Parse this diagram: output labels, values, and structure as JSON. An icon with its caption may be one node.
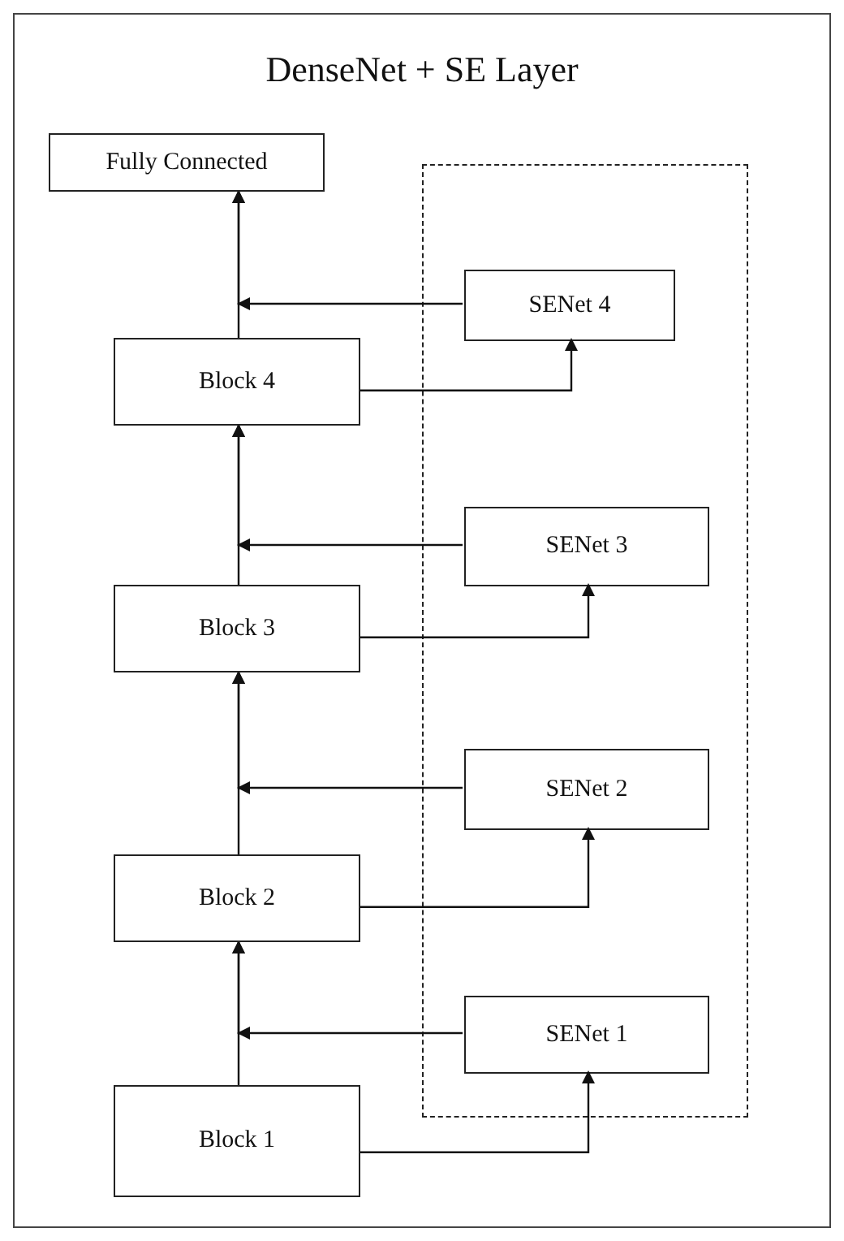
{
  "diagram": {
    "title": "DenseNet + SE Layer",
    "nodes": [
      {
        "text": [
          "Fully Connected"
        ]
      },
      {
        "text": [],
        "shape": "box"
      },
      {
        "text": [
          "SENet 4"
        ],
        "in": 1
      },
      {
        "text": [
          "Block 4"
        ]
      },
      {
        "text": [
          "SENet 3"
        ],
        "in": 1
      },
      {
        "text": [
          "Block 3"
        ]
      },
      {
        "text": [
          "SENet 2"
        ],
        "in": 1
      },
      {
        "text": [
          "Block 2"
        ]
      },
      {
        "text": [
          "SENet 1"
        ],
        "in": 1
      },
      {
        "text": [
          "Block 1"
        ]
      }
    ],
    "edges": [
      {
        "from": 9,
        "to": 7,
        "arrow": "to"
      },
      {
        "from": 7,
        "to": 5,
        "arrow": "to"
      },
      {
        "from": 5,
        "to": 3,
        "arrow": "to"
      },
      {
        "from": 3,
        "to": 0,
        "arrow": "to"
      },
      {
        "from": 9,
        "to": 8,
        "arrow": "to"
      },
      {
        "from": 8,
        "to": 7,
        "arrow": "to"
      },
      {
        "from": 7,
        "to": 6,
        "arrow": "to"
      },
      {
        "from": 6,
        "to": 5,
        "arrow": "to"
      },
      {
        "from": 5,
        "to": 4,
        "arrow": "to"
      },
      {
        "from": 4,
        "to": 3,
        "arrow": "to"
      },
      {
        "from": 3,
        "to": 2,
        "arrow": "to"
      },
      {
        "from": 2,
        "to": 0,
        "arrow": "to"
      }
    ]
  }
}
